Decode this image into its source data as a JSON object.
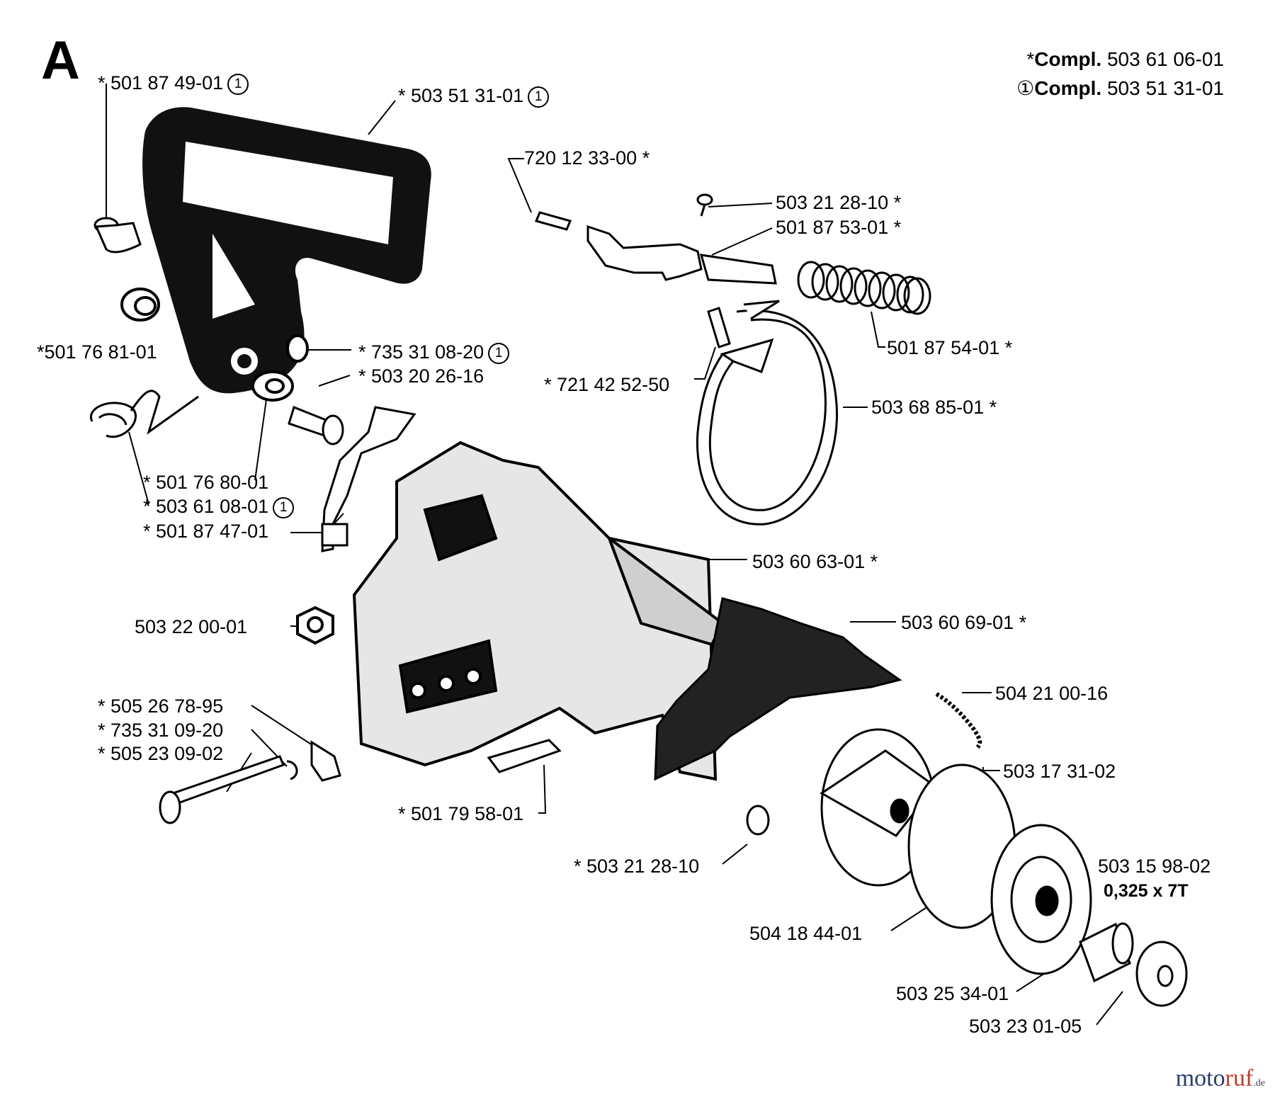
{
  "section_letter": "A",
  "legend": [
    {
      "prefix": "*",
      "bold": "Compl.",
      "value": "503 61 06-01"
    },
    {
      "prefix": "①",
      "bold": "Compl.",
      "value": "503 51 31-01"
    }
  ],
  "circle_symbol": "1",
  "labels": {
    "p01": "* 501 87 49-01",
    "p02": "* 503 51 31-01",
    "p03": "720 12 33-00 *",
    "p04": "503 21 28-10 *",
    "p05": "501 87 53-01 *",
    "p06": "*501 76 81-01",
    "p07": "* 735 31 08-20",
    "p08": "* 503 20 26-16",
    "p09": "501 87 54-01 *",
    "p10": "* 721 42 52-50",
    "p11": "503 68 85-01 *",
    "p12": "* 501 76 80-01",
    "p13": "* 503 61 08-01",
    "p14": "* 501 87 47-01",
    "p15": "503 60 63-01 *",
    "p16": "503 22 00-01",
    "p17": "503 60 69-01 *",
    "p18": "504 21 00-16",
    "p19": "* 505 26 78-95",
    "p20": "* 735 31 09-20",
    "p21": "* 505 23 09-02",
    "p22": "503 17 31-02",
    "p23": "* 501 79 58-01",
    "p24": "* 503 21 28-10",
    "p25": "503 15 98-02",
    "p26": "0,325 x 7T",
    "p27": "504 18 44-01",
    "p28": "503 25 34-01",
    "p29": "503 23 01-05"
  },
  "watermark": {
    "part1": "moto",
    "part2": "ruf",
    "suffix": ".de"
  }
}
